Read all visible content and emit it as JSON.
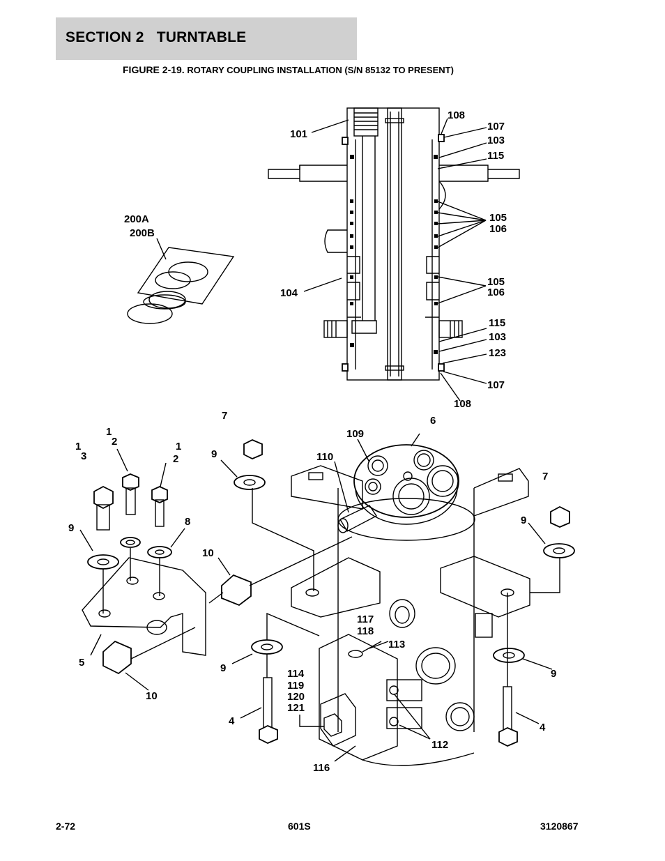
{
  "header": {
    "section_title": "SECTION 2   TURNTABLE"
  },
  "figure": {
    "label": "FIGURE 2-19.",
    "title": " ROTARY COUPLING INSTALLATION (S/N 85132 TO PRESENT)"
  },
  "callouts": {
    "c101": "101",
    "c108a": "108",
    "c107a": "107",
    "c103a": "103",
    "c115a": "115",
    "c105a": "105",
    "c106a": "106",
    "c104": "104",
    "c105b": "105",
    "c106b": "106",
    "c115b": "115",
    "c103b": "103",
    "c123": "123",
    "c107b": "107",
    "c108b": "108",
    "c200a": "200A",
    "c200b": "200B",
    "c7a": "7",
    "c6": "6",
    "c109": "109",
    "c110": "110",
    "c1a": "1",
    "c3": "3",
    "c1b": "1",
    "c2a": "2",
    "c1c": "1",
    "c2b": "2",
    "c9a": "9",
    "c9b": "9",
    "c8": "8",
    "c10a": "10",
    "c7b": "7",
    "c9c": "9",
    "c5": "5",
    "c10b": "10",
    "c9d": "9",
    "c4a": "4",
    "c117": "117",
    "c118": "118",
    "c113": "113",
    "c114": "114",
    "c119": "119",
    "c120": "120",
    "c121": "121",
    "c112": "112",
    "c116": "116",
    "c9e": "9",
    "c4b": "4"
  },
  "footer": {
    "page": "2-72",
    "model": "601S",
    "doc_number": "3120867"
  }
}
